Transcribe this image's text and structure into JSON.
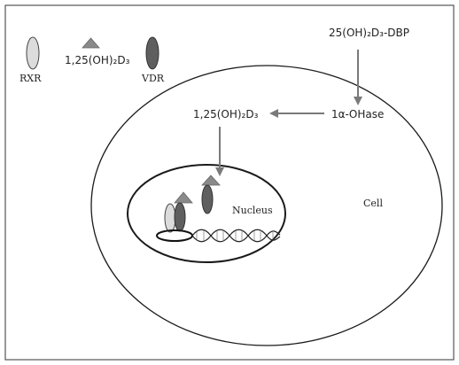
{
  "legend": {
    "rxr_label": "RXR",
    "ligand_label": "1,25(OH)₂D₃",
    "vdr_label": "VDR"
  },
  "labels": {
    "dbp": "25(OH)₂D₃-DBP",
    "enzyme": "1α-OHase",
    "ligand_intracellular": "1,25(OH)₂D₃",
    "nucleus": "Nucleus",
    "cell": "Cell"
  },
  "colors": {
    "rxr_fill": "#dcdcdc",
    "ligand_fill": "#8a8a8a",
    "vdr_fill": "#5f5f5f",
    "arrow": "#7a7a7a",
    "outline": "#1a1a1a"
  }
}
